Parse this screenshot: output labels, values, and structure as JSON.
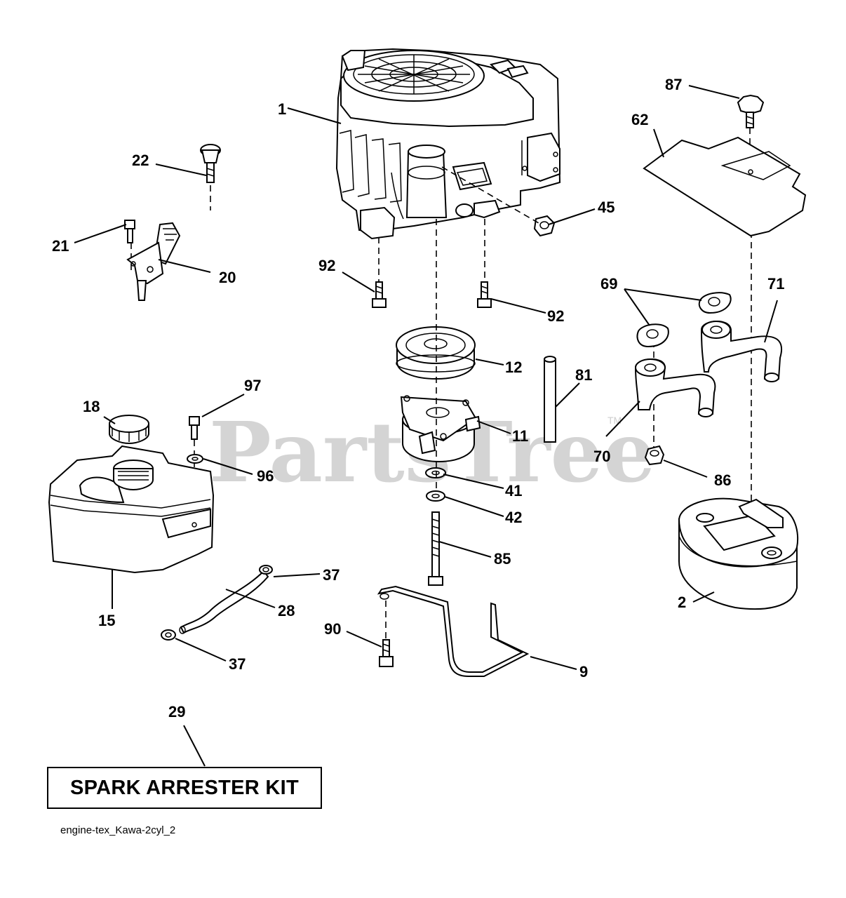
{
  "watermark": {
    "text": "PartsTree",
    "mark": "TM"
  },
  "callouts": {
    "c1": "1",
    "c2": "2",
    "c9": "9",
    "c11": "11",
    "c12": "12",
    "c15": "15",
    "c18": "18",
    "c20": "20",
    "c21": "21",
    "c22": "22",
    "c28": "28",
    "c29": "29",
    "c37a": "37",
    "c37b": "37",
    "c41": "41",
    "c42": "42",
    "c45": "45",
    "c62": "62",
    "c69": "69",
    "c70": "70",
    "c71": "71",
    "c81": "81",
    "c85": "85",
    "c86": "86",
    "c87": "87",
    "c90": "90",
    "c92a": "92",
    "c92b": "92",
    "c96": "96",
    "c97": "97"
  },
  "kit_label": "SPARK ARRESTER KIT",
  "diagram_id": "engine-tex_Kawa-2cyl_2"
}
